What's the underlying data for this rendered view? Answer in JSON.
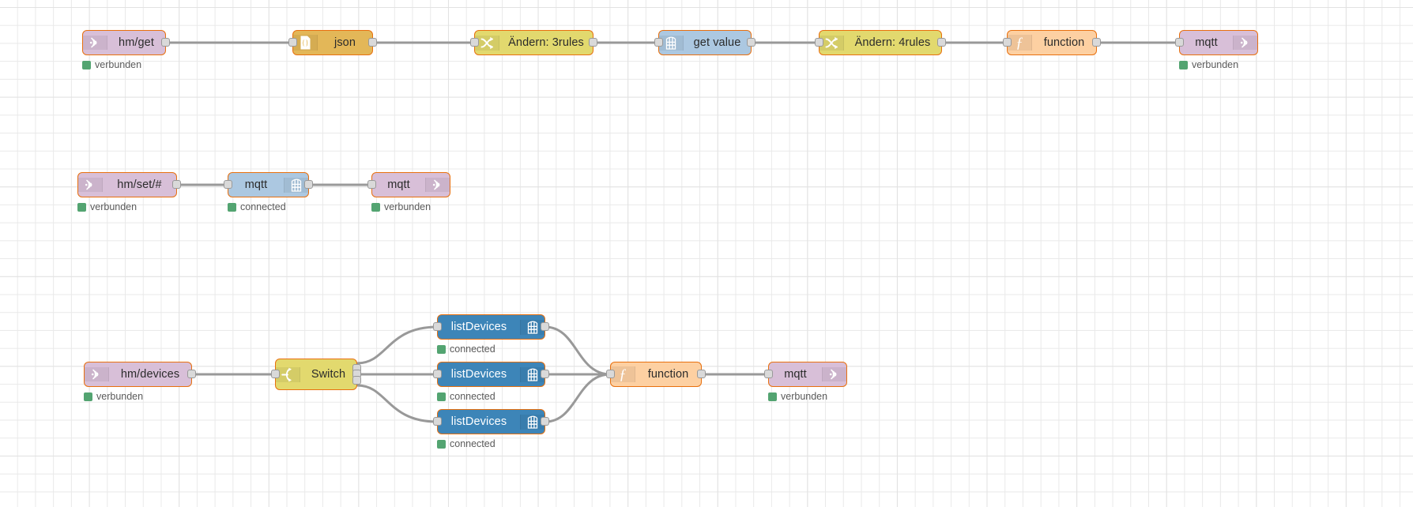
{
  "app": {
    "name": "Node-RED flow editor canvas",
    "status_connected": "verbunden",
    "status_connected_en": "connected"
  },
  "colors": {
    "node_border": "#e8700f",
    "wire": "#999999",
    "status_dot": "#53a471",
    "mqtt": "#d8bfd8",
    "json": "#e3b758",
    "change": "#e2d96e",
    "function": "#fdd0a2",
    "getvalue": "#acc8e1",
    "switch": "#e2d96e",
    "listdevices": "#3d85b8",
    "grid": "#e9e9e9",
    "canvas": "#ffffff"
  },
  "flows": [
    {
      "id": "row-1",
      "nodes": [
        {
          "id": "n1",
          "label": "hm/get",
          "type": "mqtt-in",
          "icon": "mqtt-signal-icon",
          "status": "verbunden"
        },
        {
          "id": "n2",
          "label": "json",
          "type": "json",
          "icon": "json-braces-icon",
          "status": null
        },
        {
          "id": "n3",
          "label": "Ändern: 3rules",
          "type": "change",
          "icon": "change-shuffle-icon",
          "status": null
        },
        {
          "id": "n4",
          "label": "get value",
          "type": "database",
          "icon": "database-icon",
          "status": null
        },
        {
          "id": "n5",
          "label": "Ändern: 4rules",
          "type": "change",
          "icon": "change-shuffle-icon",
          "status": null
        },
        {
          "id": "n6",
          "label": "function",
          "type": "function",
          "icon": "function-f-icon",
          "status": null
        },
        {
          "id": "n7",
          "label": "mqtt",
          "type": "mqtt-out",
          "icon": "mqtt-signal-icon",
          "status": "verbunden"
        }
      ]
    },
    {
      "id": "row-2",
      "nodes": [
        {
          "id": "n8",
          "label": "hm/set/#",
          "type": "mqtt-in",
          "icon": "mqtt-signal-icon",
          "status": "verbunden"
        },
        {
          "id": "n9",
          "label": "mqtt",
          "type": "database",
          "icon": "database-icon",
          "status": "connected"
        },
        {
          "id": "n10",
          "label": "mqtt",
          "type": "mqtt-out",
          "icon": "mqtt-signal-icon",
          "status": "verbunden"
        }
      ]
    },
    {
      "id": "row-3",
      "nodes": [
        {
          "id": "n11",
          "label": "hm/devices",
          "type": "mqtt-in",
          "icon": "mqtt-signal-icon",
          "status": "verbunden"
        },
        {
          "id": "n12",
          "label": "Switch",
          "type": "switch",
          "icon": "switch-icon",
          "status": null
        },
        {
          "id": "n13",
          "label": "listDevices",
          "type": "listdevices",
          "icon": "database-icon",
          "status": "connected"
        },
        {
          "id": "n14",
          "label": "listDevices",
          "type": "listdevices",
          "icon": "database-icon",
          "status": "connected"
        },
        {
          "id": "n15",
          "label": "listDevices",
          "type": "listdevices",
          "icon": "database-icon",
          "status": "connected"
        },
        {
          "id": "n16",
          "label": "function",
          "type": "function",
          "icon": "function-f-icon",
          "status": null
        },
        {
          "id": "n17",
          "label": "mqtt",
          "type": "mqtt-out",
          "icon": "mqtt-signal-icon",
          "status": "verbunden"
        }
      ]
    }
  ]
}
